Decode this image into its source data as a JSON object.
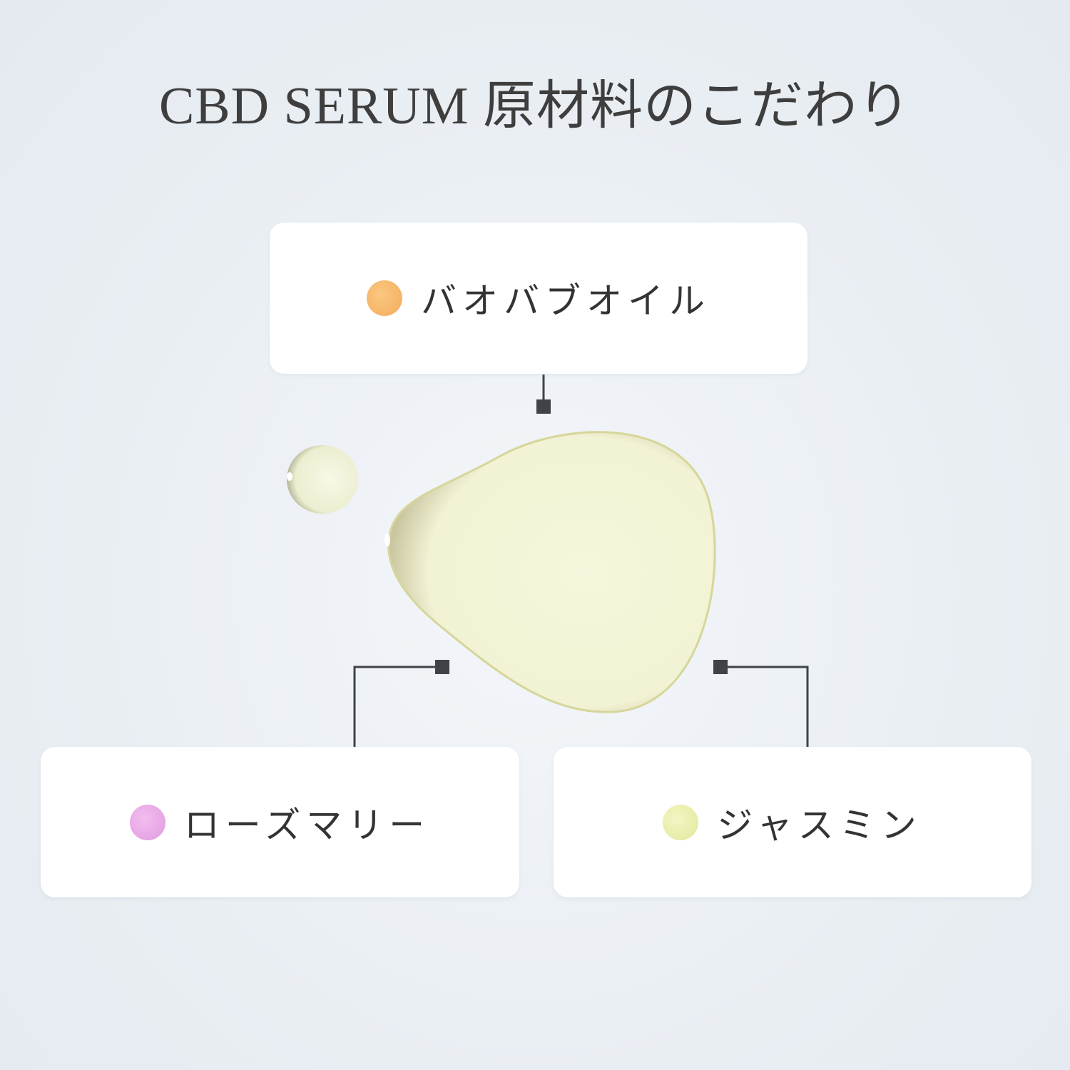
{
  "title": "CBD SERUM 原材料のこだわり",
  "ingredients": [
    {
      "label": "バオバブオイル",
      "color": "#f7b86a"
    },
    {
      "label": "ローズマリー",
      "color": "#e8a6e6"
    },
    {
      "label": "ジャスミン",
      "color": "#eaf0a8"
    }
  ]
}
